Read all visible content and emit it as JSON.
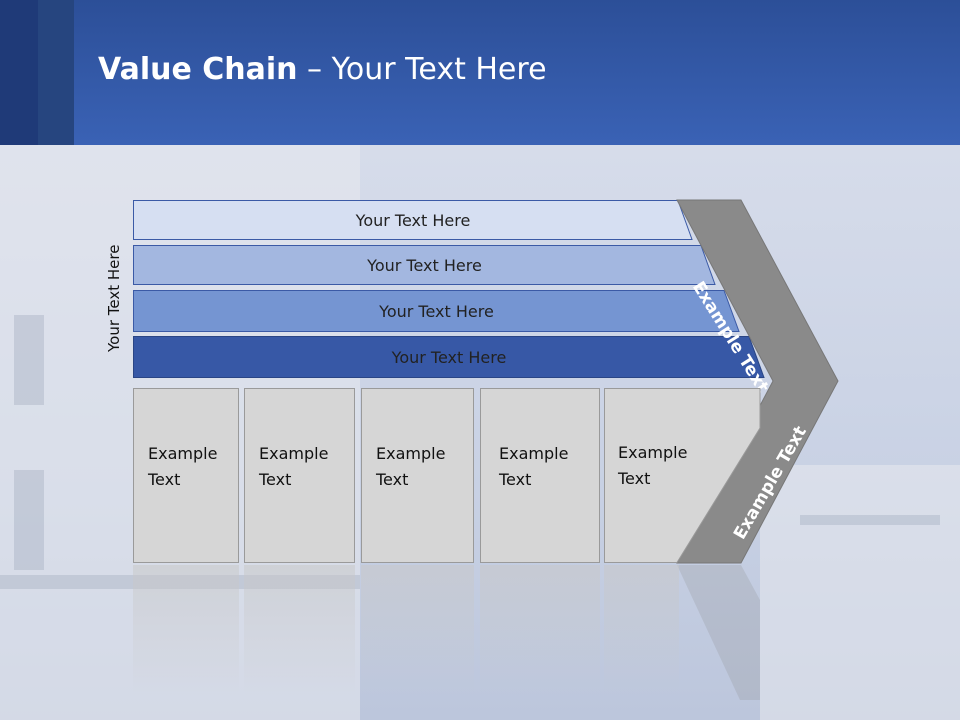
{
  "title": {
    "bold": "Value Chain",
    "rest": " – Your Text Here"
  },
  "side_label": "Your Text Here",
  "bars": [
    {
      "label": "Your Text Here",
      "color": "#d6dff2"
    },
    {
      "label": "Your Text Here",
      "color": "#a3b7e0"
    },
    {
      "label": "Your Text Here",
      "color": "#7595d2"
    },
    {
      "label": "Your Text Here",
      "color": "#3758a6"
    }
  ],
  "boxes": [
    {
      "line1": "Example",
      "line2": "Text"
    },
    {
      "line1": "Example",
      "line2": "Text"
    },
    {
      "line1": "Example",
      "line2": "Text"
    },
    {
      "line1": "Example",
      "line2": "Text"
    },
    {
      "line1": "Example",
      "line2": "Text"
    }
  ],
  "arrow": {
    "upper_label": "Example Text",
    "lower_label": "Example Text",
    "color": "#8a8a8a"
  }
}
